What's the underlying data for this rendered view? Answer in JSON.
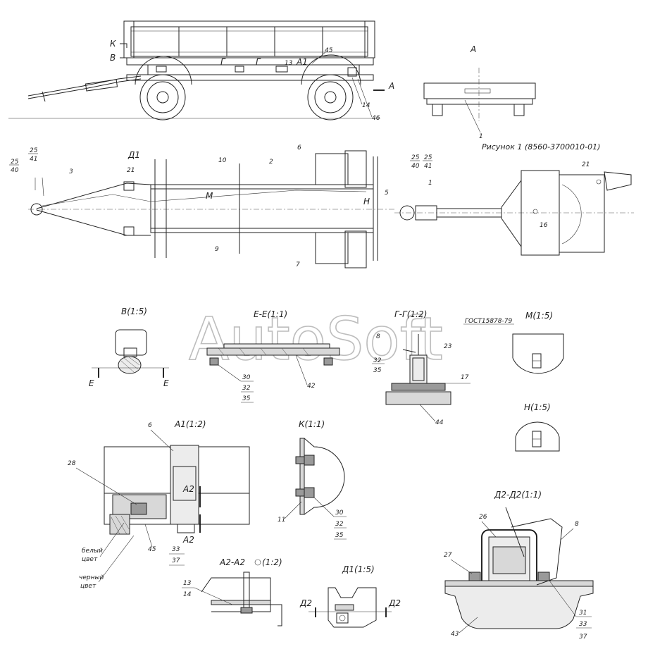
{
  "watermark": "AutoSoft",
  "figure_caption": "Рисунок 1 (8560-3700010-01)",
  "view_titles": {
    "view_a": "А",
    "view_v": "В(1:5)",
    "section_ee": "Е-Е(1:1)",
    "section_gg": "Г-Г(1:2)",
    "view_m": "М(1:5)",
    "view_n": "Н(1:5)",
    "view_a1": "А1(1:2)",
    "view_k": "К(1:1)",
    "view_d2": "Д2-Д2(1:1)",
    "section_a2": "А2-А2",
    "section_a2_scale": "(1:2)",
    "view_d1": "Д1(1:5)"
  },
  "standard_ref": "ГОСТ15878-79",
  "notes": {
    "white": "белый",
    "black": "черный",
    "wire": "цвет"
  },
  "section_marks": {
    "k": "К",
    "v": "В",
    "g": "Г",
    "a1": "А1",
    "a": "А",
    "d1": "Д1",
    "m": "М",
    "n": "Н",
    "e": "Е",
    "a2": "А2",
    "d2": "Д2"
  },
  "callouts": {
    "c1": "1",
    "c2": "2",
    "c3": "3",
    "c5": "5",
    "c6": "6",
    "c7": "7",
    "c8": "8",
    "c9": "9",
    "c10": "10",
    "c11": "11",
    "c13": "13",
    "c14": "14",
    "c16": "16",
    "c17": "17",
    "c21": "21",
    "c23": "23",
    "c25": "25",
    "c26": "26",
    "c27": "27",
    "c28": "28",
    "c30": "30",
    "c31": "31",
    "c32": "32",
    "c33": "33",
    "c35": "35",
    "c37": "37",
    "c40": "40",
    "c41": "41",
    "c42": "42",
    "c43": "43",
    "c44": "44",
    "c45": "45",
    "c46": "46"
  }
}
